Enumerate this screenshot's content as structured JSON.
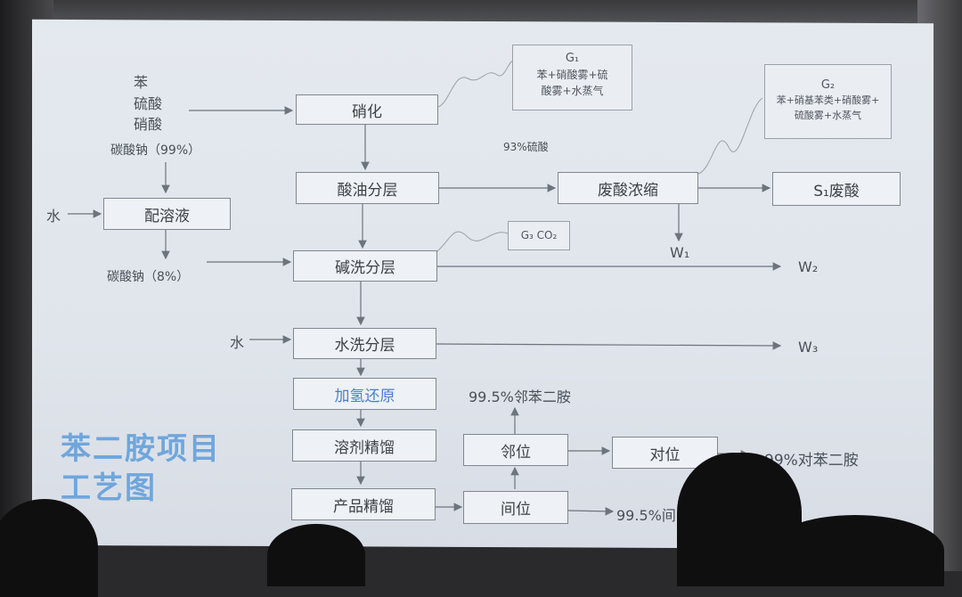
{
  "inputs": {
    "benzene": "苯",
    "sulfuric_acid": "硫酸",
    "nitric_acid": "硝酸",
    "soda_99": "碳酸钠（99%）",
    "water_1": "水",
    "soda_8": "碳酸钠（8%）",
    "water_2": "水",
    "acid_93": "93%硫酸"
  },
  "boxes": {
    "nitration": "硝化",
    "acid_oil_sep": "酸油分层",
    "prep_solution": "配溶液",
    "alkali_wash": "碱洗分层",
    "water_wash": "水洗分层",
    "hydrogenation": "加氢还原",
    "solvent_distill": "溶剂精馏",
    "product_distill": "产品精馏",
    "waste_acid_conc": "废酸浓缩",
    "waste_acid": "S₁废酸",
    "ortho": "邻位",
    "para": "对位",
    "meta": "间位"
  },
  "gas": {
    "g1_title": "G₁",
    "g1_line1": "苯+硝酸雾+硫",
    "g1_line2": "酸雾+水蒸气",
    "g2_title": "G₂",
    "g2_line1": "苯+硝基苯类+硝酸雾+",
    "g2_line2": "硫酸雾+水蒸气",
    "g3": "G₃ CO₂"
  },
  "outputs": {
    "w1": "W₁",
    "w2": "W₂",
    "w3": "W₃",
    "ortho_product": "99.5%邻苯二胺",
    "para_product": "99%对苯二胺",
    "meta_product": "99.5%间"
  },
  "title": {
    "line1": "苯二胺项目",
    "line2": "工艺图"
  },
  "colors": {
    "screen_bg": "#e3e8ee",
    "box_border": "#7f8791",
    "text": "#3d4248",
    "title_blue": "#6fa6dc",
    "highlight_blue": "#4a7fc8"
  }
}
